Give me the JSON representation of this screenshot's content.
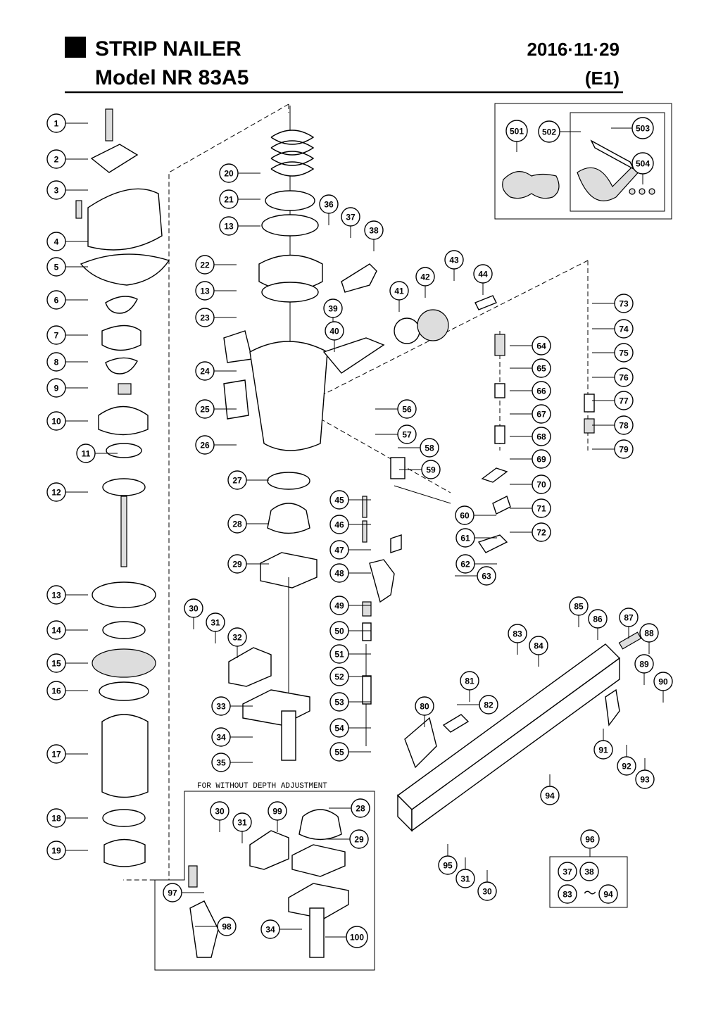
{
  "header": {
    "title": "STRIP NAILER",
    "model": "Model NR 83A5",
    "date": "2016·11·29",
    "edition": "(E1)"
  },
  "inset_label": "FOR WITHOUT DEPTH ADJUSTMENT",
  "kit_box": {
    "number": "96",
    "items": [
      "37",
      "38",
      "83",
      "94"
    ],
    "range_symbol": "〜"
  },
  "callouts": [
    {
      "n": "1"
    },
    {
      "n": "2"
    },
    {
      "n": "3"
    },
    {
      "n": "4"
    },
    {
      "n": "5"
    },
    {
      "n": "6"
    },
    {
      "n": "7"
    },
    {
      "n": "8"
    },
    {
      "n": "9"
    },
    {
      "n": "10"
    },
    {
      "n": "11"
    },
    {
      "n": "12"
    },
    {
      "n": "13"
    },
    {
      "n": "14"
    },
    {
      "n": "15"
    },
    {
      "n": "16"
    },
    {
      "n": "17"
    },
    {
      "n": "18"
    },
    {
      "n": "19"
    },
    {
      "n": "20"
    },
    {
      "n": "21"
    },
    {
      "n": "13"
    },
    {
      "n": "22"
    },
    {
      "n": "13"
    },
    {
      "n": "23"
    },
    {
      "n": "24"
    },
    {
      "n": "25"
    },
    {
      "n": "26"
    },
    {
      "n": "27"
    },
    {
      "n": "28"
    },
    {
      "n": "29"
    },
    {
      "n": "30"
    },
    {
      "n": "31"
    },
    {
      "n": "32"
    },
    {
      "n": "33"
    },
    {
      "n": "34"
    },
    {
      "n": "35"
    },
    {
      "n": "36"
    },
    {
      "n": "37"
    },
    {
      "n": "38"
    },
    {
      "n": "39"
    },
    {
      "n": "40"
    },
    {
      "n": "41"
    },
    {
      "n": "42"
    },
    {
      "n": "43"
    },
    {
      "n": "44"
    },
    {
      "n": "45"
    },
    {
      "n": "46"
    },
    {
      "n": "47"
    },
    {
      "n": "48"
    },
    {
      "n": "49"
    },
    {
      "n": "50"
    },
    {
      "n": "51"
    },
    {
      "n": "52"
    },
    {
      "n": "53"
    },
    {
      "n": "54"
    },
    {
      "n": "55"
    },
    {
      "n": "56"
    },
    {
      "n": "57"
    },
    {
      "n": "58"
    },
    {
      "n": "59"
    },
    {
      "n": "60"
    },
    {
      "n": "61"
    },
    {
      "n": "62"
    },
    {
      "n": "63"
    },
    {
      "n": "64"
    },
    {
      "n": "65"
    },
    {
      "n": "66"
    },
    {
      "n": "67"
    },
    {
      "n": "68"
    },
    {
      "n": "69"
    },
    {
      "n": "70"
    },
    {
      "n": "71"
    },
    {
      "n": "72"
    },
    {
      "n": "73"
    },
    {
      "n": "74"
    },
    {
      "n": "75"
    },
    {
      "n": "76"
    },
    {
      "n": "77"
    },
    {
      "n": "78"
    },
    {
      "n": "79"
    },
    {
      "n": "80"
    },
    {
      "n": "81"
    },
    {
      "n": "82"
    },
    {
      "n": "83"
    },
    {
      "n": "84"
    },
    {
      "n": "85"
    },
    {
      "n": "86"
    },
    {
      "n": "87"
    },
    {
      "n": "88"
    },
    {
      "n": "89"
    },
    {
      "n": "90"
    },
    {
      "n": "91"
    },
    {
      "n": "92"
    },
    {
      "n": "93"
    },
    {
      "n": "94"
    },
    {
      "n": "95"
    },
    {
      "n": "31"
    },
    {
      "n": "30"
    },
    {
      "n": "30"
    },
    {
      "n": "31"
    },
    {
      "n": "99"
    },
    {
      "n": "28"
    },
    {
      "n": "29"
    },
    {
      "n": "97"
    },
    {
      "n": "98"
    },
    {
      "n": "34"
    },
    {
      "n": "100"
    },
    {
      "n": "501"
    },
    {
      "n": "502"
    },
    {
      "n": "503"
    },
    {
      "n": "504"
    }
  ]
}
